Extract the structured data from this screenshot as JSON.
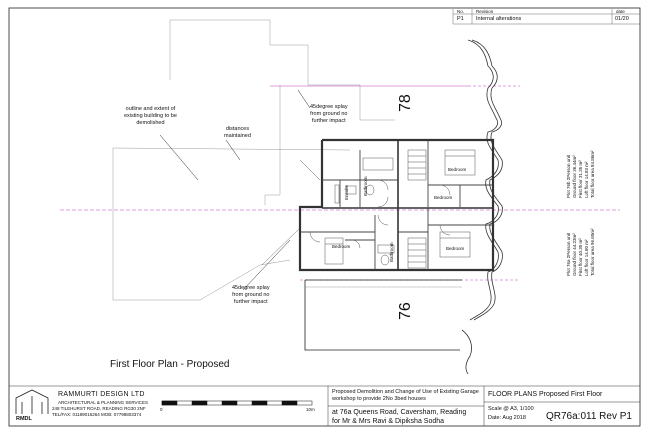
{
  "revision_table": {
    "header_no": "No.",
    "header_revision": "Revision",
    "header_date": "date",
    "row_no": "P1",
    "row_revision": "Internal alterations",
    "row_date": "01/20"
  },
  "plot_labels": {
    "upper_plot_number": "78",
    "lower_plot_number": "76"
  },
  "annotations": {
    "outline_note": [
      "outline and extent of",
      "existing building to be",
      "demolished"
    ],
    "splay_upper": [
      "45degree splay",
      "from ground no",
      "further impact"
    ],
    "distances_note": [
      "distances",
      "maintained"
    ],
    "splay_lower": [
      "45degree splay",
      "from ground no",
      "further impact"
    ]
  },
  "room_labels": {
    "bedroom_1": "Bedroom",
    "bedroom_2": "Bedroom",
    "bedroom_3": "Bedroom",
    "bedroom_4": "Bedroom",
    "bathroom_1": "Bathroom",
    "bathroom_2": "Bathroom",
    "ensuite": "Ensuite"
  },
  "area_upper": {
    "title": "Plot 76b 2Person unit",
    "lines": [
      "Ground floor 36.44m²",
      "First floor 31.35 m²",
      "Loft floor 14.83 m²",
      "Total floor area 84.86m²"
    ]
  },
  "area_lower": {
    "title": "Plot 76a 2Person unit",
    "lines": [
      "Ground floor 44.23m²",
      "First floor 40.30 m²",
      "Loft floor 14.80 m²",
      "Total floor area 96.60m²"
    ]
  },
  "drawing_title": "First Floor Plan - Proposed",
  "title_block": {
    "company_name": "RAMMURTI DESIGN LTD",
    "company_tagline": "ARCHITECTURAL & PLANNING SERVICES",
    "company_address": "248 TILEHURST ROAD, READING RG30 2NF",
    "company_contact": "TEL/FAX: 01189016264   MOB: 07798803374",
    "logo_text": "RMDL",
    "scale_bar_start": "0",
    "scale_bar_end": "10m",
    "project_line_1": "Proposed Demolition and Change of Use of Existing Garage",
    "project_line_2": "workshop to provide 2No 3bed houses",
    "address_line": "at 76a Queens Road, Caversham, Reading",
    "client_line": "for Mr & Mrs Ravi & Dipiksha Sodha",
    "sheet_title": "FLOOR PLANS Proposed First Floor",
    "scale_text": "Scale @ A3, 1/100",
    "date_text": "Date: Aug 2018",
    "drawing_number": "QR76a:011  Rev P1"
  }
}
